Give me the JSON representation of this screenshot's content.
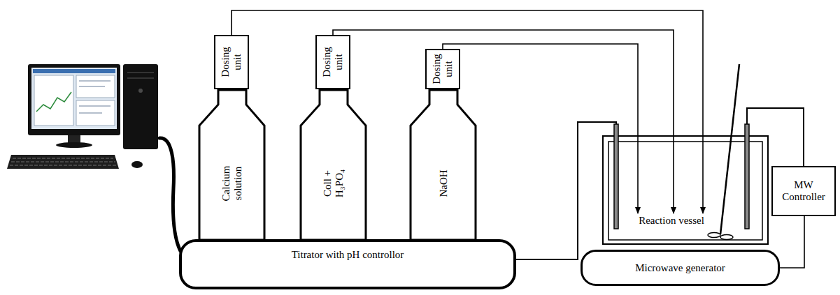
{
  "diagram": {
    "nodes": [
      {
        "text": [
          "Dosing unit"
        ]
      },
      {
        "text": [
          "Dosing unit"
        ]
      },
      {
        "text": [
          "Dosing unit"
        ]
      },
      {
        "text": [
          "Calcium solution"
        ]
      },
      {
        "text": [
          "Coll + H₃PO₄"
        ]
      },
      {
        "text": [
          "NaOH"
        ]
      },
      {
        "text": [
          "Titrator with pH controllor"
        ]
      },
      {
        "text": [
          "Reaction vessel"
        ]
      },
      {
        "text": [
          "Microwave generator"
        ]
      },
      {
        "text": [
          "MW Controller"
        ]
      }
    ],
    "edges": [
      {
        "from": 0,
        "to": 7,
        "arrow": "to"
      },
      {
        "from": 1,
        "to": 7,
        "arrow": "to"
      },
      {
        "from": 2,
        "to": 7,
        "arrow": "to"
      },
      {
        "from": 9,
        "to": 8,
        "arrow": "none"
      }
    ]
  }
}
